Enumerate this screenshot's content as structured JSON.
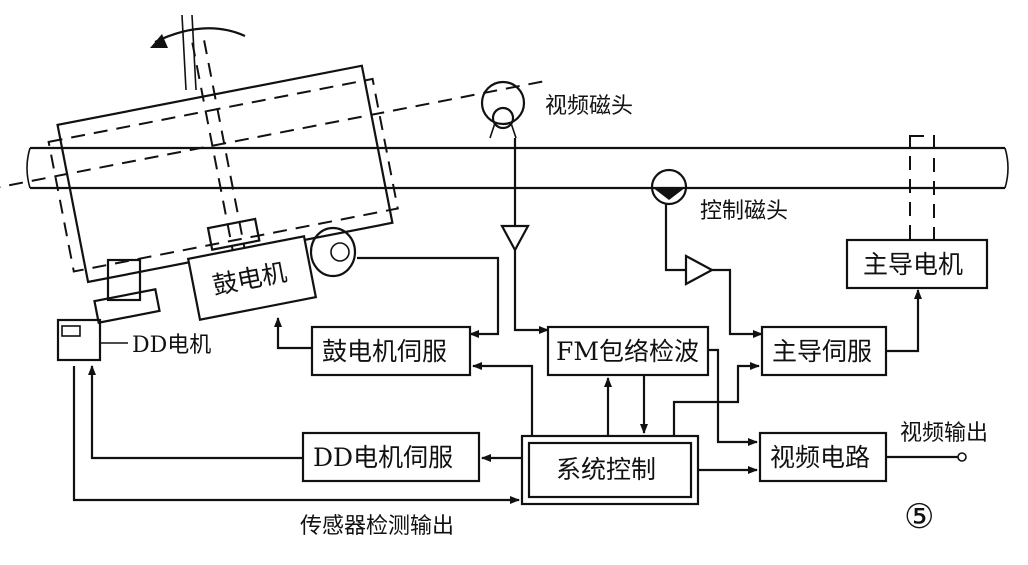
{
  "labels": {
    "video_head": "视频磁头",
    "control_head": "控制磁头",
    "dd_motor": "DD电机",
    "video_output": "视频输出",
    "sensor_output": "传感器检测输出",
    "figure_number": "⑤"
  },
  "blocks": {
    "drum_motor": "鼓电机",
    "capstan_motor": "主导电机",
    "drum_servo": "鼓电机伺服",
    "fm_detector": "FM包络检波",
    "capstan_servo": "主导伺服",
    "dd_servo": "DD电机伺服",
    "system_control": "系统控制",
    "video_circuit": "视频电路"
  }
}
